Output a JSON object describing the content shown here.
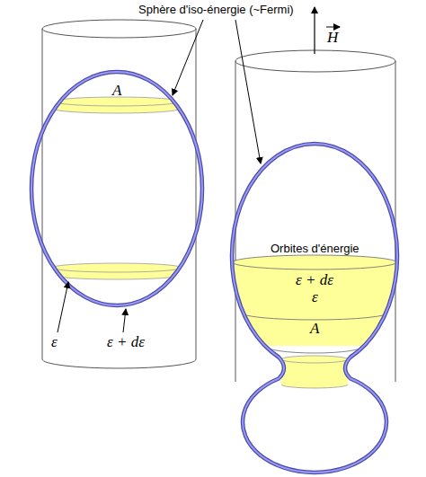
{
  "diagram": {
    "labels": [
      "Sphère d'iso-énergie (~Fermi)",
      "A",
      "ε",
      "ε + dε",
      "H",
      "Orbites d'énergie",
      "ε + dε",
      "ε",
      "A"
    ]
  }
}
